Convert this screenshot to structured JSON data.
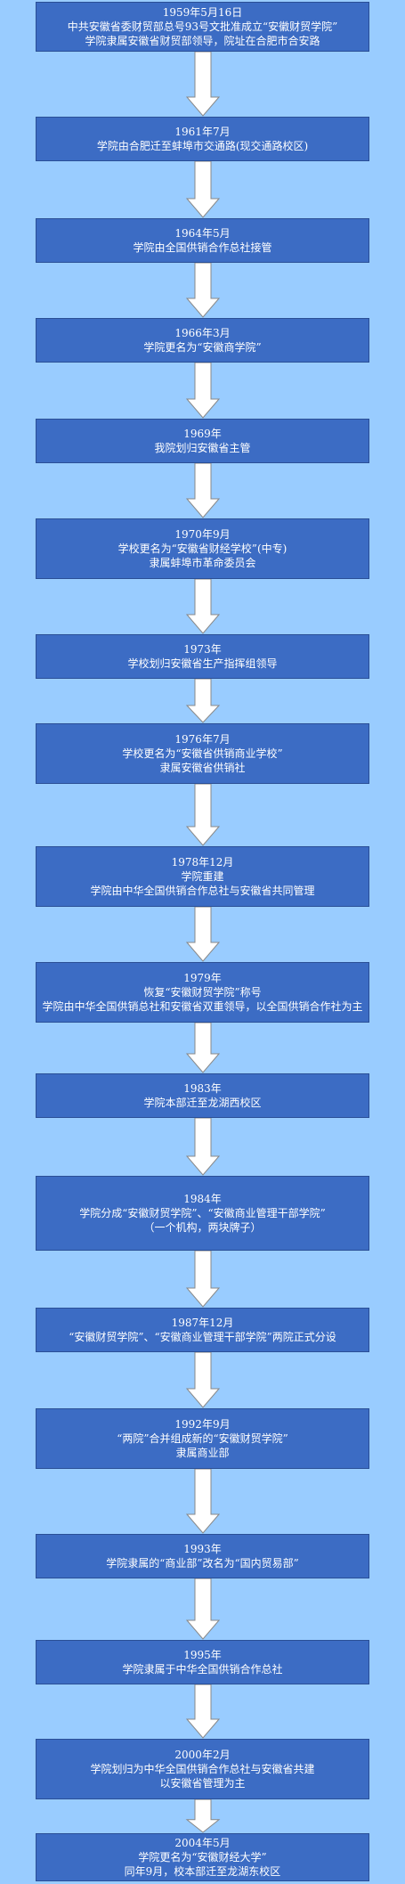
{
  "events": [
    {
      "lines": [
        "1959年5月16日",
        "中共安徽省委财贸部总号93号文批准成立“安徽财贸学院”",
        "学院隶属安徽省财贸部领导，院址在合肥市合安路"
      ]
    },
    {
      "lines": [
        "1961年7月",
        "学院由合肥迁至蚌埠市交通路(现交通路校区)"
      ]
    },
    {
      "lines": [
        "1964年5月",
        "学院由全国供销合作总社接管"
      ]
    },
    {
      "lines": [
        "1966年3月",
        "学院更名为“安徽商学院”"
      ]
    },
    {
      "lines": [
        "1969年",
        "我院划归安徽省主管"
      ]
    },
    {
      "lines": [
        "1970年9月",
        "学校更名为“安徽省财经学校”(中专)",
        "隶属蚌埠市革命委员会"
      ]
    },
    {
      "lines": [
        "1973年",
        "学校划归安徽省生产指挥组领导"
      ]
    },
    {
      "lines": [
        "1976年7月",
        "学校更名为“安徽省供销商业学校”",
        "隶属安徽省供销社"
      ]
    },
    {
      "lines": [
        "1978年12月",
        "学院重建",
        "学院由中华全国供销合作总社与安徽省共同管理"
      ]
    },
    {
      "lines": [
        "1979年",
        "恢复“安徽财贸学院”称号",
        "学院由中华全国供销总社和安徽省双重领导，以全国供销合作社为主"
      ]
    },
    {
      "lines": [
        "1983年",
        "学院本部迁至龙湖西校区"
      ]
    },
    {
      "lines": [
        "1984年",
        "学院分成“安徽财贸学院”、“安徽商业管理干部学院”",
        "（一个机构，两块牌子）"
      ]
    },
    {
      "lines": [
        "1987年12月",
        "“安徽财贸学院”、“安徽商业管理干部学院”两院正式分设"
      ]
    },
    {
      "lines": [
        "1992年9月",
        "“两院”合并组成新的“安徽财贸学院”",
        "隶属商业部"
      ]
    },
    {
      "lines": [
        "1993年",
        "学院隶属的“商业部”改名为“国内贸易部”"
      ]
    },
    {
      "lines": [
        "1995年",
        "学院隶属于中华全国供销合作总社"
      ]
    },
    {
      "lines": [
        "2000年2月",
        "学院划归为中华全国供销合作总社与安徽省共建",
        "以安徽省管理为主"
      ]
    },
    {
      "lines": [
        "2004年5月",
        "学院更名为“安徽财经大学”",
        "同年9月，校本部迁至龙湖东校区"
      ]
    }
  ],
  "colors": {
    "background": "#99ccff",
    "box_fill": "#3c6cc4",
    "box_border": "#2a4f96",
    "box_text": "#ffffff",
    "arrow_fill": "#ffffff",
    "arrow_stroke": "#888888"
  }
}
